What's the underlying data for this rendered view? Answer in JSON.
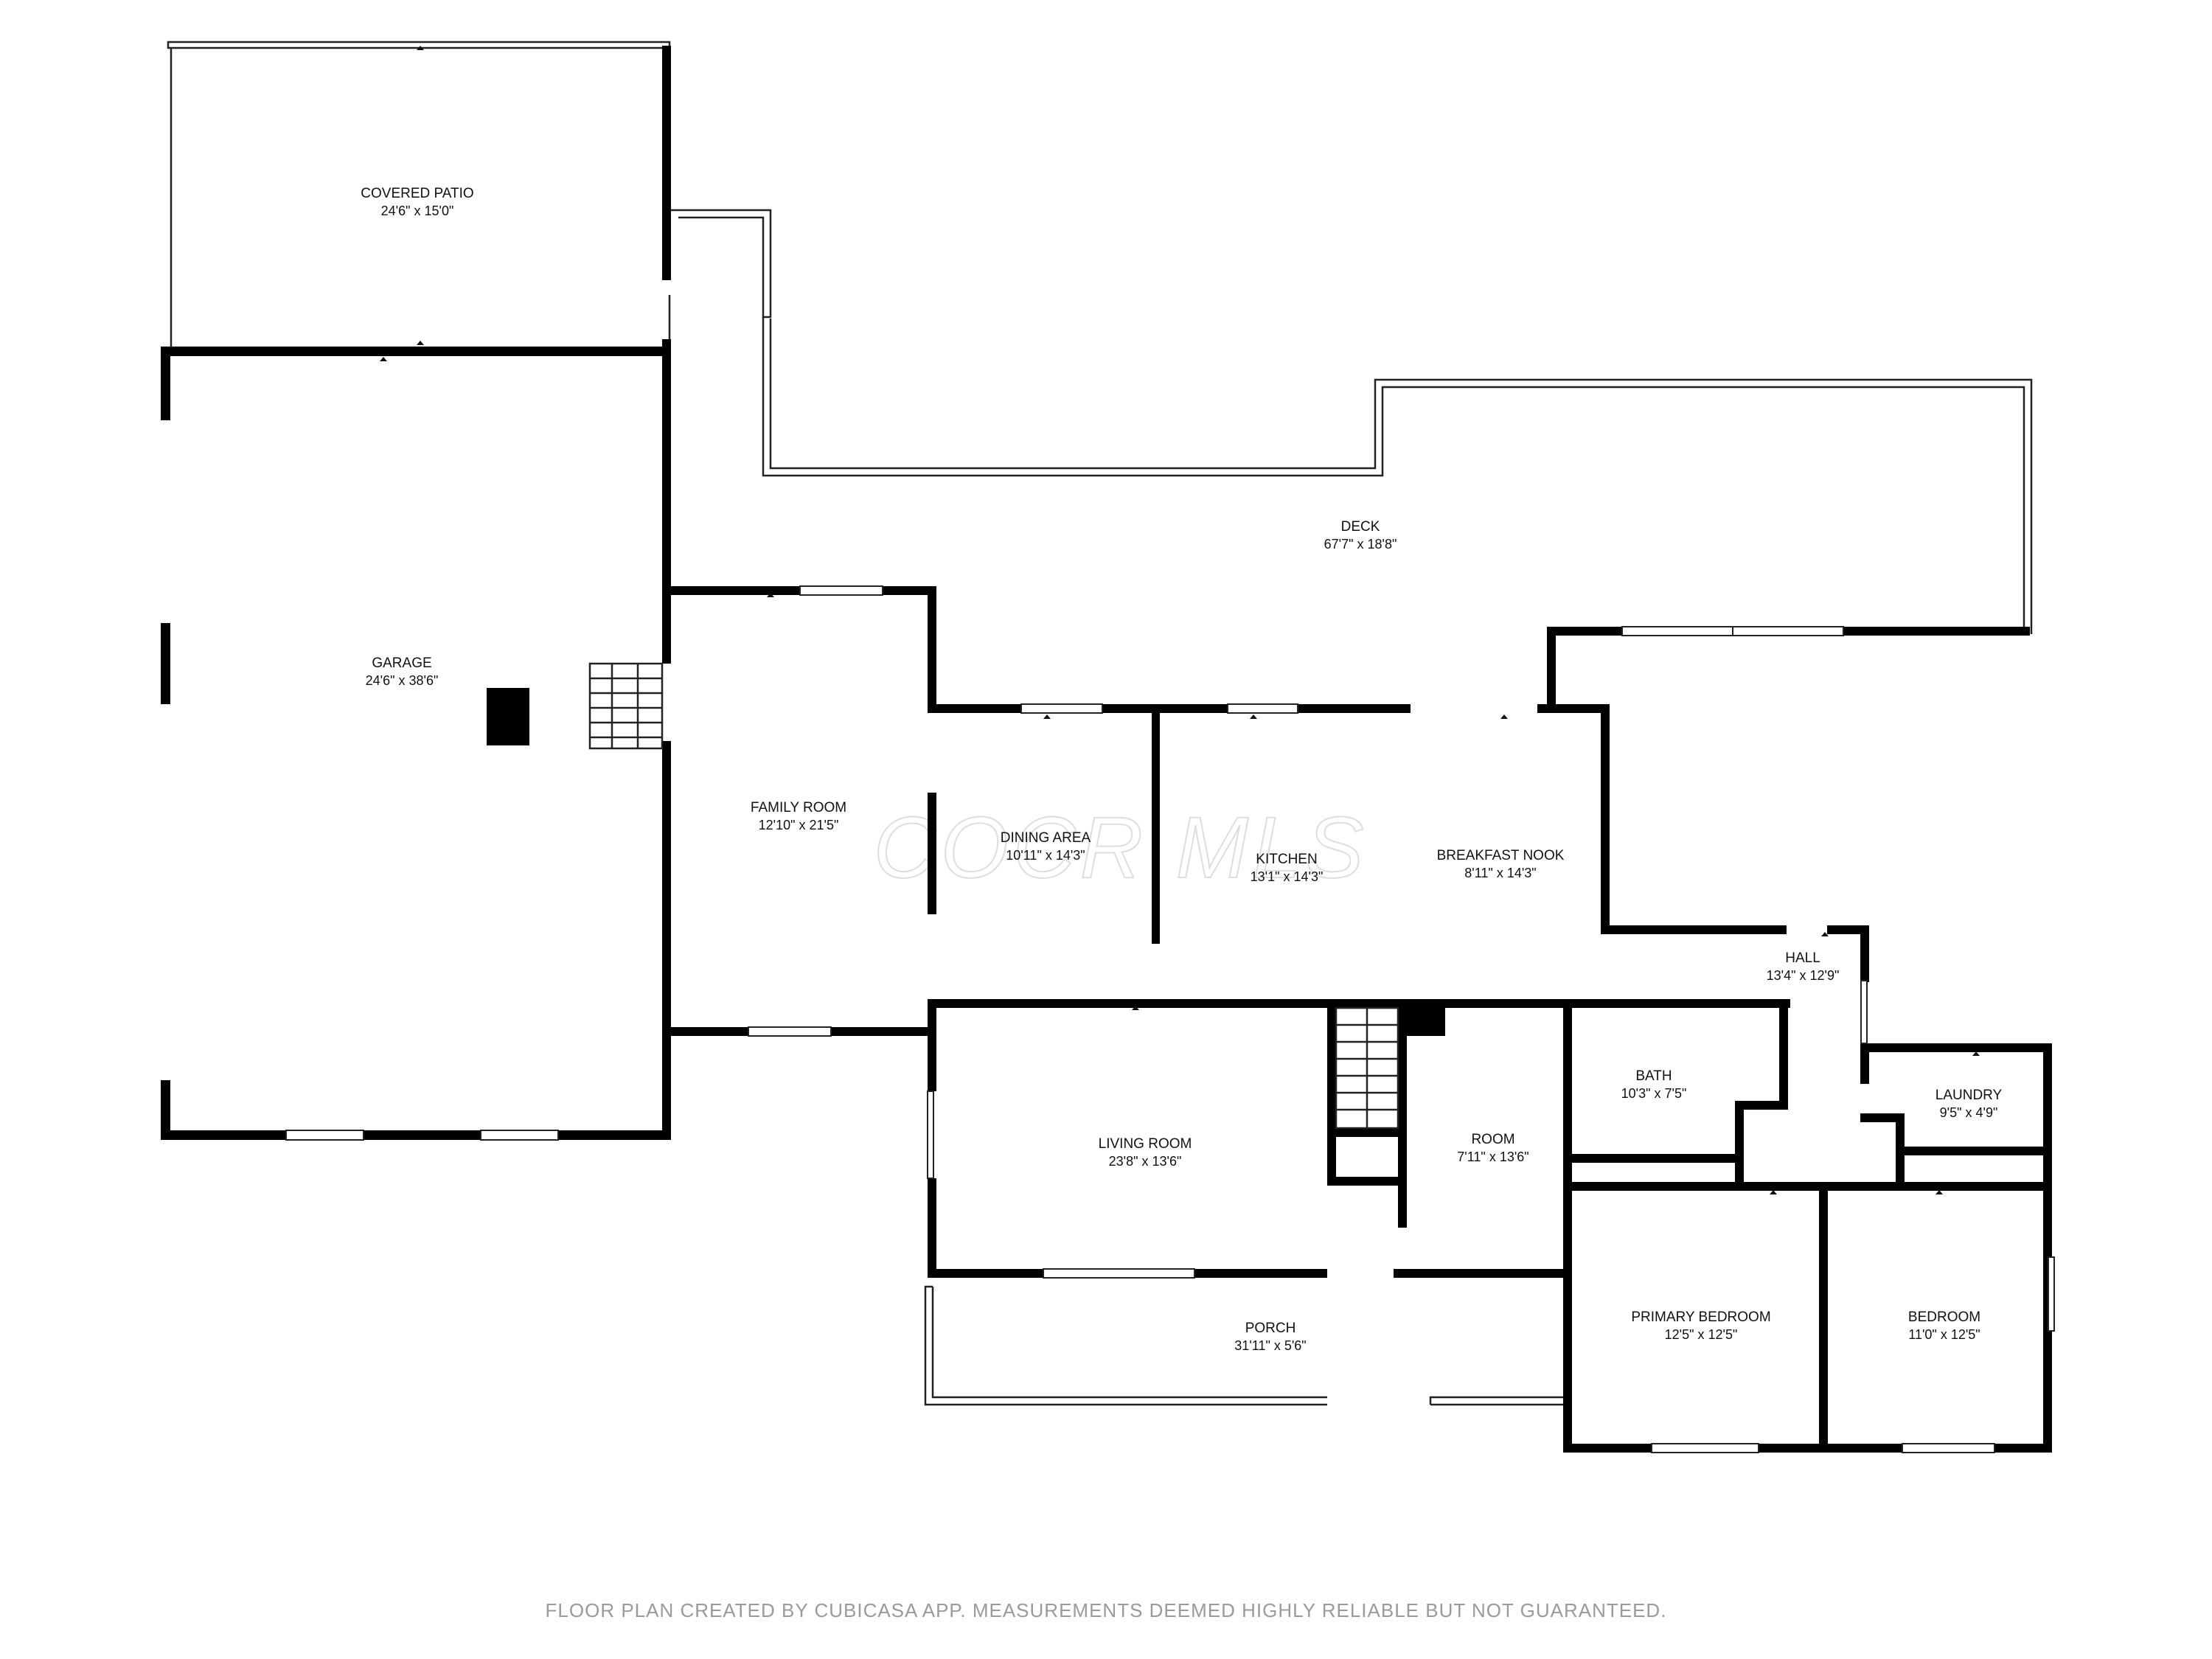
{
  "rooms": {
    "covered_patio": {
      "name": "COVERED PATIO",
      "dim": "24'6\" x 15'0\""
    },
    "garage": {
      "name": "GARAGE",
      "dim": "24'6\" x 38'6\""
    },
    "deck": {
      "name": "DECK",
      "dim": "67'7\" x 18'8\""
    },
    "family_room": {
      "name": "FAMILY ROOM",
      "dim": "12'10\" x 21'5\""
    },
    "dining_area": {
      "name": "DINING AREA",
      "dim": "10'11\" x 14'3\""
    },
    "kitchen": {
      "name": "KITCHEN",
      "dim": "13'1\" x 14'3\""
    },
    "breakfast_nook": {
      "name": "BREAKFAST NOOK",
      "dim": "8'11\" x 14'3\""
    },
    "hall": {
      "name": "HALL",
      "dim": "13'4\" x 12'9\""
    },
    "bath": {
      "name": "BATH",
      "dim": "10'3\" x 7'5\""
    },
    "laundry": {
      "name": "LAUNDRY",
      "dim": "9'5\" x 4'9\""
    },
    "living_room": {
      "name": "LIVING ROOM",
      "dim": "23'8\" x 13'6\""
    },
    "room": {
      "name": "ROOM",
      "dim": "7'11\" x 13'6\""
    },
    "porch": {
      "name": "PORCH",
      "dim": "31'11\" x 5'6\""
    },
    "primary_bedroom": {
      "name": "PRIMARY BEDROOM",
      "dim": "12'5\" x 12'5\""
    },
    "bedroom": {
      "name": "BEDROOM",
      "dim": "11'0\" x 12'5\""
    }
  },
  "watermark": "COCR MLS",
  "footer": "FLOOR PLAN CREATED BY CUBICASA APP. MEASUREMENTS DEEMED HIGHLY RELIABLE BUT NOT GUARANTEED.",
  "colors": {
    "wall": "#000000",
    "background": "#ffffff",
    "footer_text": "#9a9a9a"
  }
}
